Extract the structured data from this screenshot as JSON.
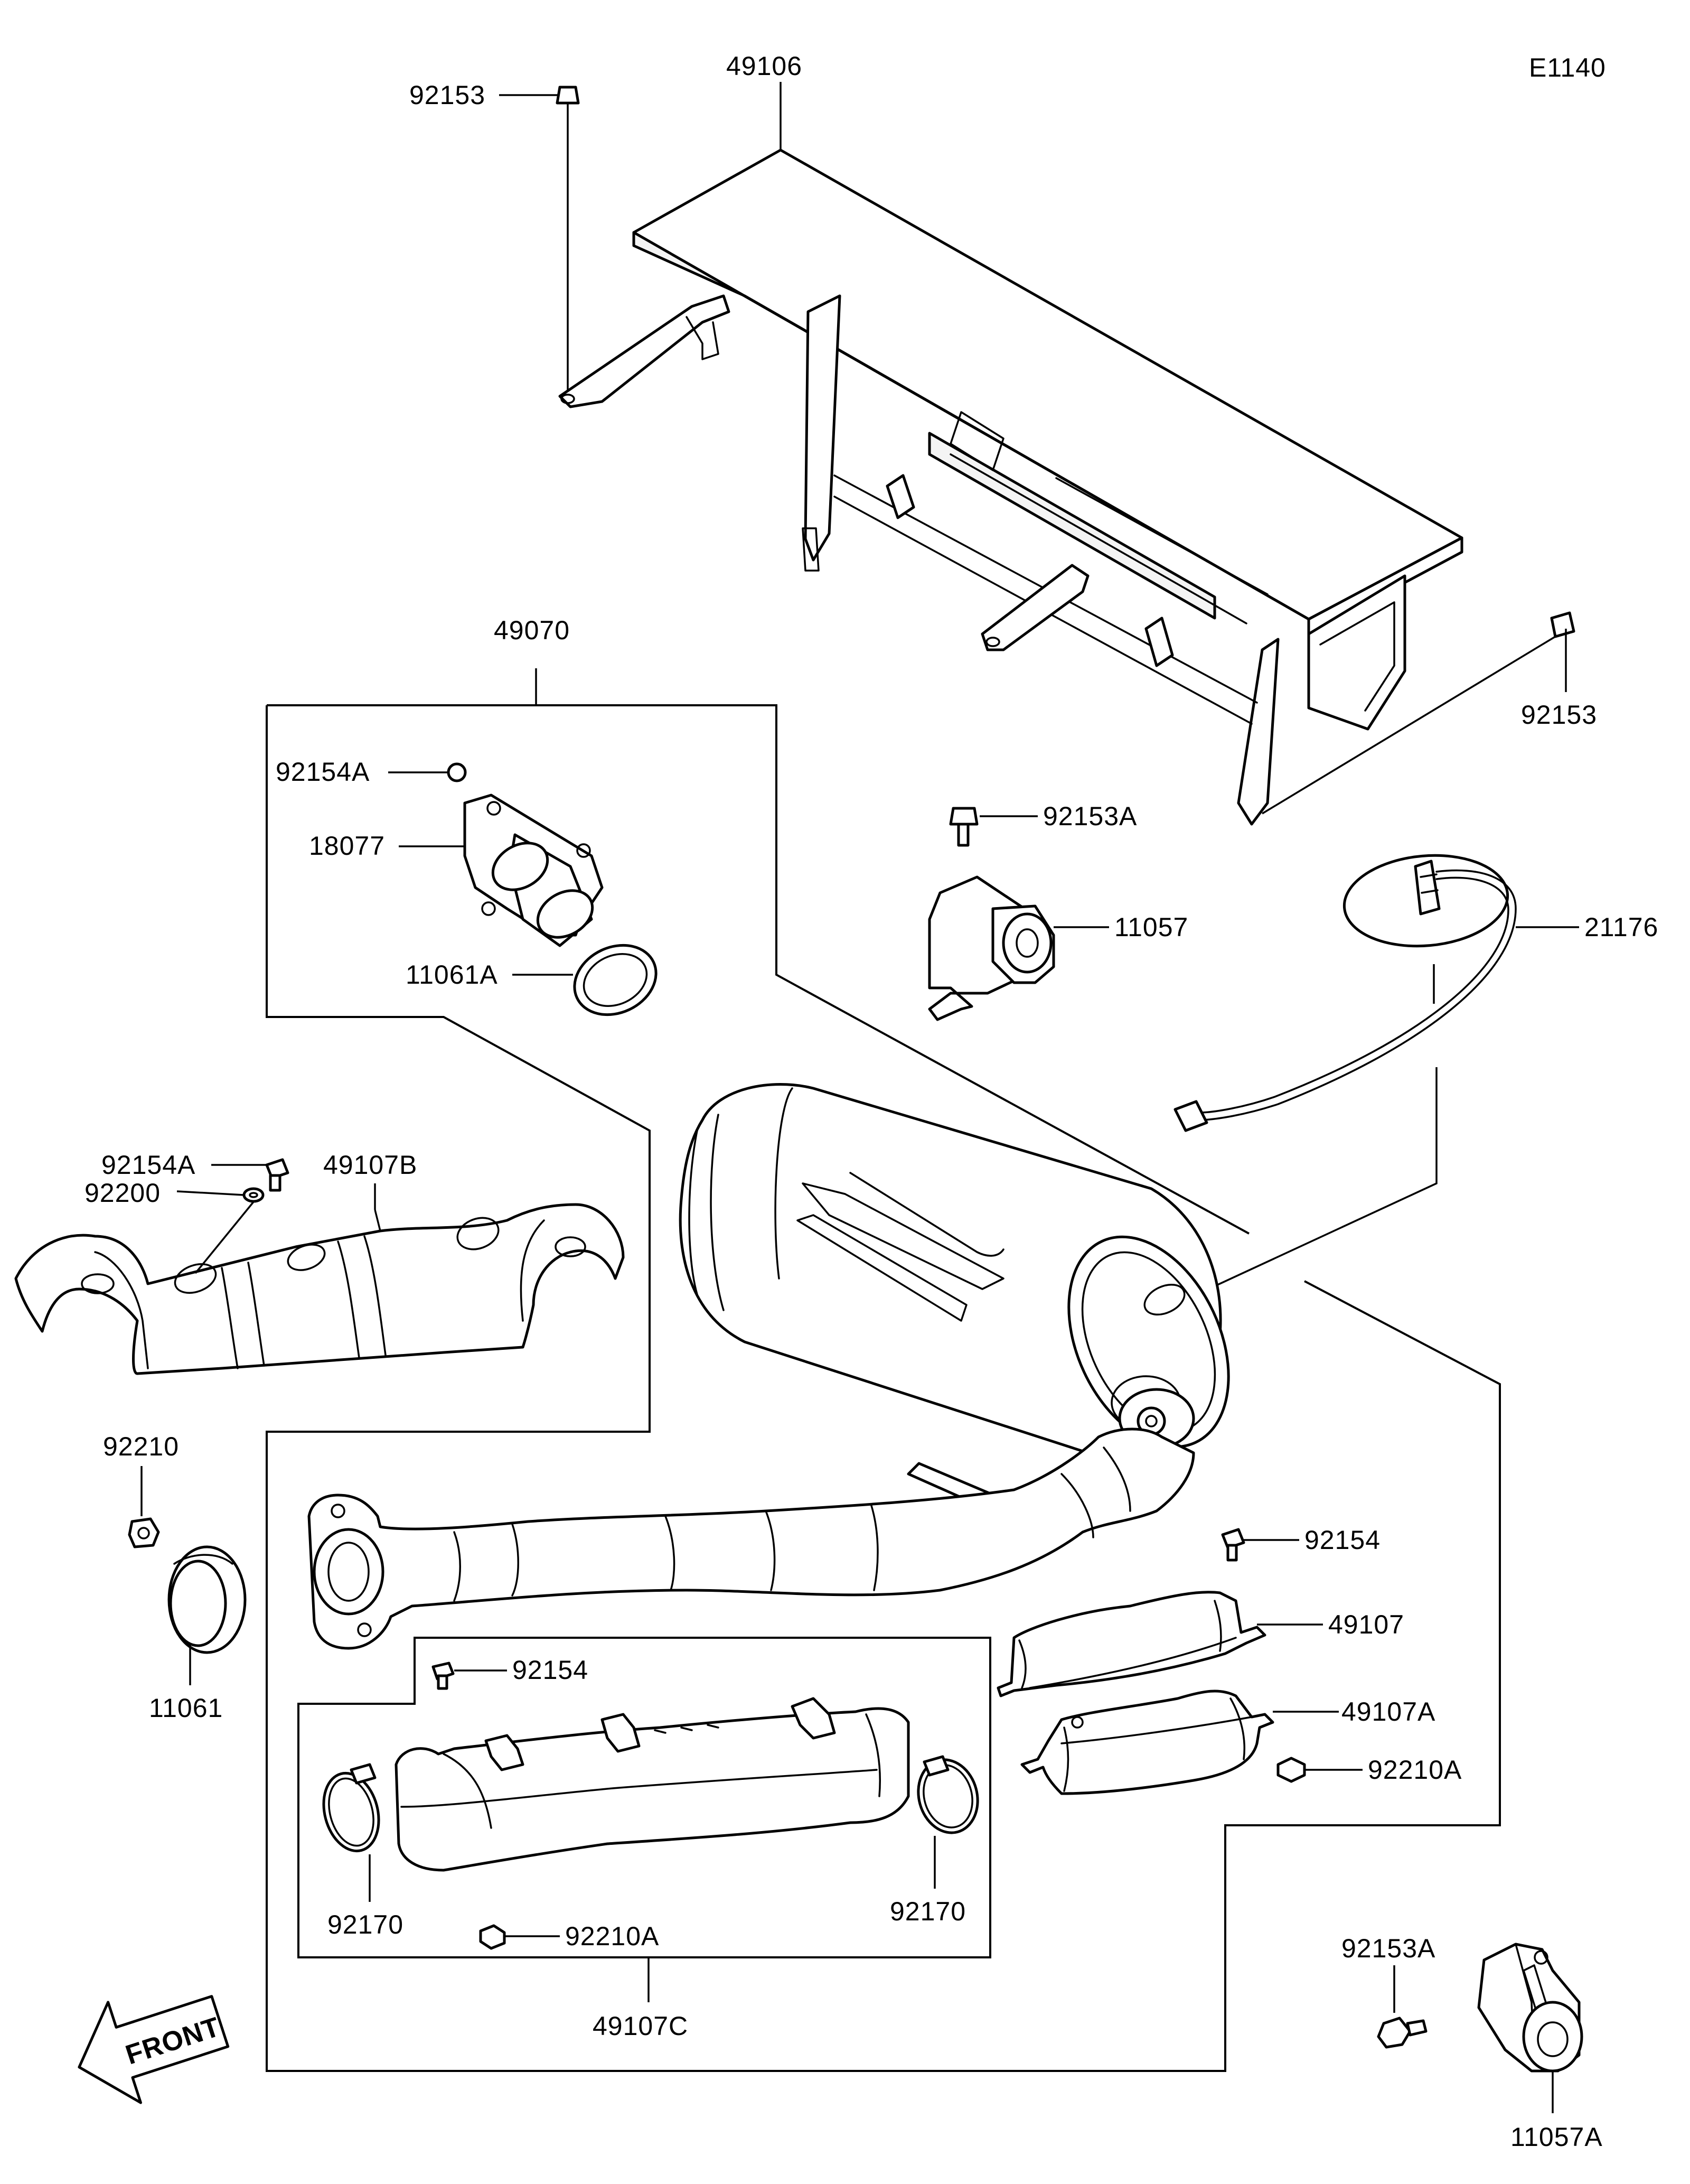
{
  "diagram_code": "E1140",
  "front_label": "FRONT",
  "labels": {
    "p49106": "49106",
    "p92153_top": "92153",
    "p92153_right": "92153",
    "p49070": "49070",
    "p92154A_top": "92154A",
    "p18077": "18077",
    "p11061A": "11061A",
    "p92153A_mid": "92153A",
    "p11057": "11057",
    "p21176": "21176",
    "p92154A_left": "92154A",
    "p49107B": "49107B",
    "p92200": "92200",
    "p92210": "92210",
    "p11061": "11061",
    "p92154_right": "92154",
    "p49107": "49107",
    "p49107A": "49107A",
    "p92210A_right": "92210A",
    "p92154_inner": "92154",
    "p92170_left": "92170",
    "p92170_right": "92170",
    "p92210A_inner": "92210A",
    "p49107C": "49107C",
    "p92153A_bottom": "92153A",
    "p11057A": "11057A"
  }
}
